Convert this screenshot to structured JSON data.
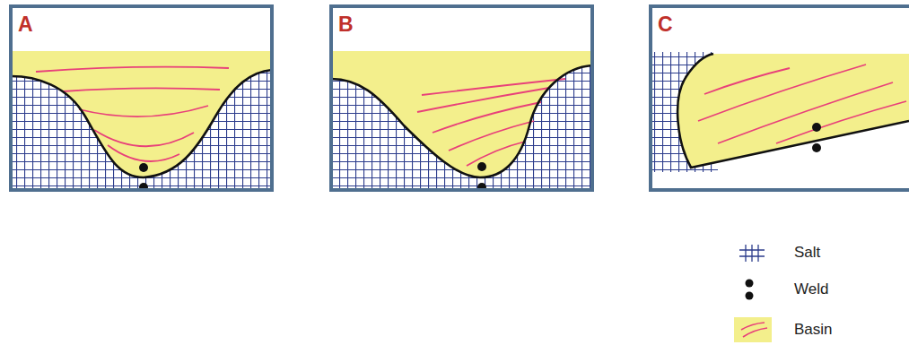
{
  "diagram": {
    "labels": [
      "A",
      "B",
      "C"
    ],
    "legend": [
      {
        "text": "Salt"
      },
      {
        "text": "Weld"
      },
      {
        "text": "Basin"
      }
    ]
  }
}
